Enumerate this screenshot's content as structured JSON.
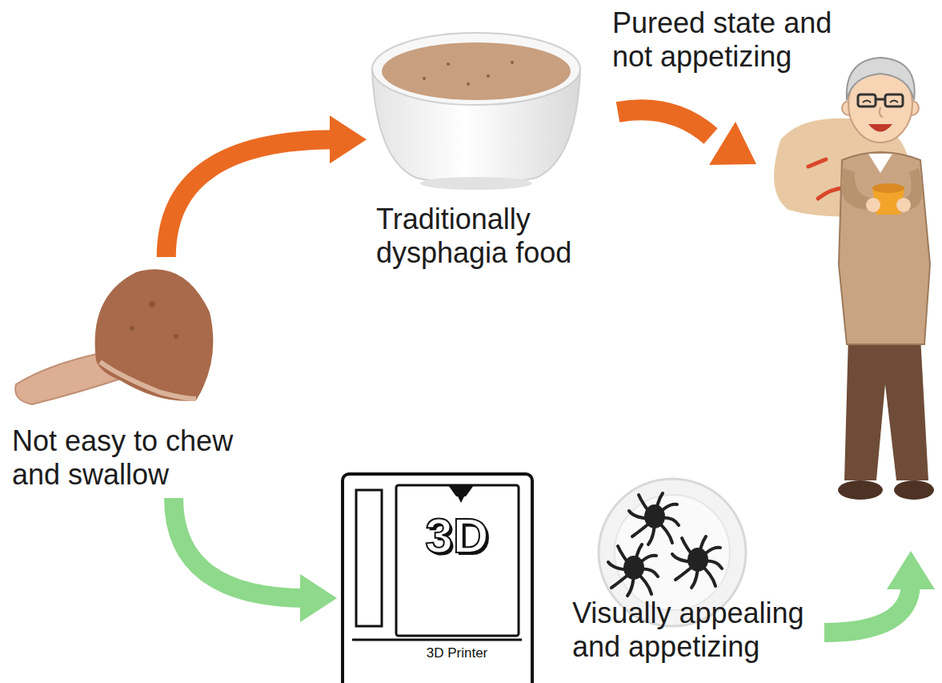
{
  "diagram": {
    "nodes": [
      {
        "text": [
          "Not easy to chew and swallow"
        ]
      },
      {
        "text": [
          "Traditionally dysphagia food"
        ]
      },
      {
        "text": [
          "3D",
          "3D Printer"
        ]
      },
      {
        "text": [
          "Visually appealing and appetizing"
        ]
      }
    ],
    "edges": [
      {
        "from": 0,
        "to": 1,
        "arrow": "to"
      },
      {
        "from": 0,
        "to": 2,
        "arrow": "to"
      }
    ],
    "labels": [
      "Pureed state and not appetizing"
    ]
  }
}
